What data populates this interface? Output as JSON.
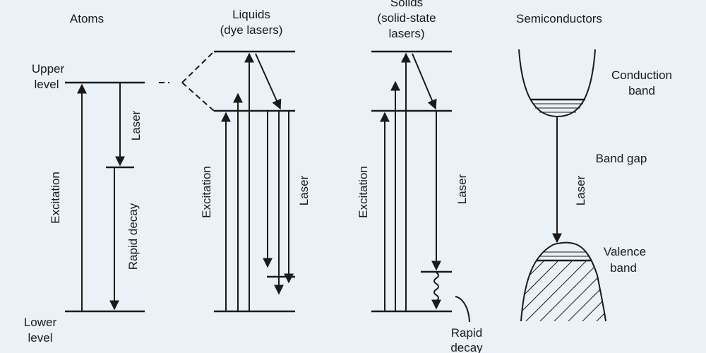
{
  "background": "#eaf1f7",
  "ink": "#1a1a1a",
  "panels": {
    "atoms": {
      "title": "Atoms",
      "upper_level_line1": "Upper",
      "upper_level_line2": "level",
      "lower_level_line1": "Lower",
      "lower_level_line2": "level",
      "excitation": "Excitation",
      "laser": "Laser",
      "rapid_decay": "Rapid decay"
    },
    "liquids": {
      "title_line1": "Liquids",
      "title_line2": "(dye lasers)",
      "excitation": "Excitation",
      "laser": "Laser"
    },
    "solids": {
      "title_line1": "Solids",
      "title_line2": "(solid-state",
      "title_line3": "lasers)",
      "excitation": "Excitation",
      "laser": "Laser",
      "rapid_decay_line1": "Rapid",
      "rapid_decay_line2": "decay"
    },
    "semiconductors": {
      "title": "Semiconductors",
      "conduction_line1": "Conduction",
      "conduction_line2": "band",
      "band_gap": "Band gap",
      "laser": "Laser",
      "valence_line1": "Valence",
      "valence_line2": "band"
    }
  }
}
